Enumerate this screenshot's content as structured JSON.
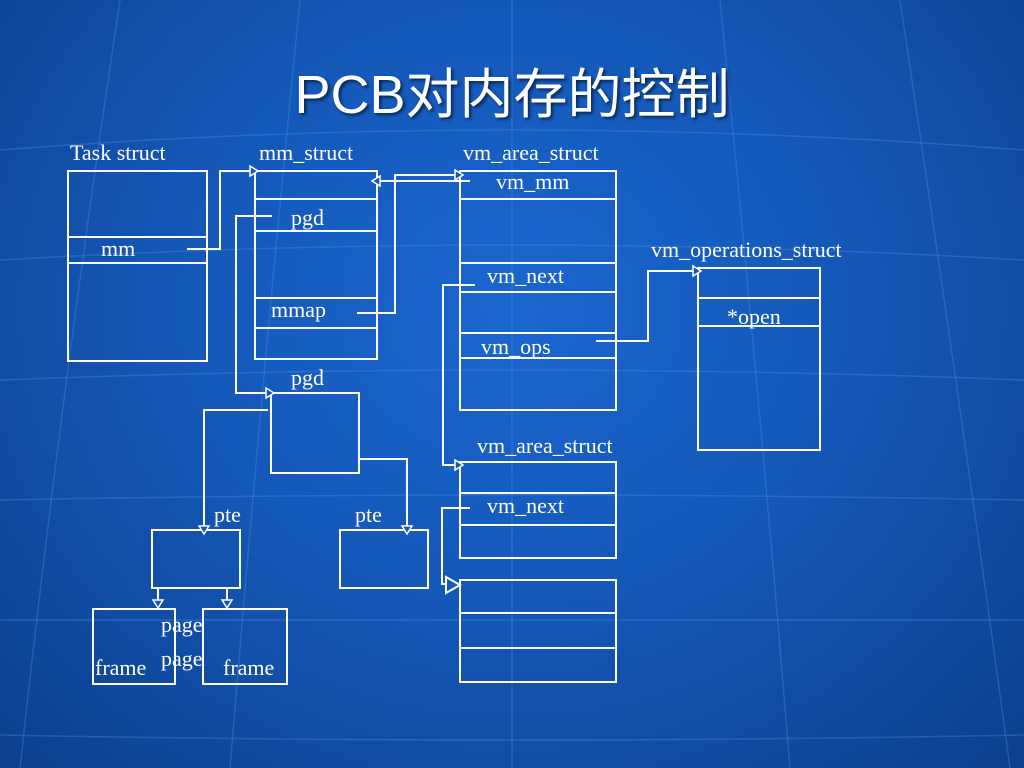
{
  "slide": {
    "title": "PCB对内存的控制"
  },
  "diagram": {
    "task_struct": {
      "caption": "Task struct",
      "field_mm": "mm"
    },
    "mm_struct": {
      "caption": "mm_struct",
      "field_pgd": "pgd",
      "field_mmap": "mmap"
    },
    "vm_area_struct_1": {
      "caption": "vm_area_struct",
      "field_vm_mm": "vm_mm",
      "field_vm_next": "vm_next",
      "field_vm_ops": "vm_ops"
    },
    "vm_operations_struct": {
      "caption": "vm_operations_struct",
      "field_open": "*open"
    },
    "pgd_table": {
      "caption": "pgd"
    },
    "vm_area_struct_2": {
      "caption": "vm_area_struct",
      "field_vm_next": "vm_next"
    },
    "pte_left": {
      "caption": "pte"
    },
    "pte_right": {
      "caption": "pte"
    },
    "page_frame_left": {
      "label_page": "page",
      "label_frame": "frame"
    },
    "page_frame_right": {
      "label_page": "page",
      "label_frame": "frame"
    }
  },
  "colors": {
    "background": "#1458b8",
    "line": "#ffffff",
    "text": "#ffffff"
  }
}
